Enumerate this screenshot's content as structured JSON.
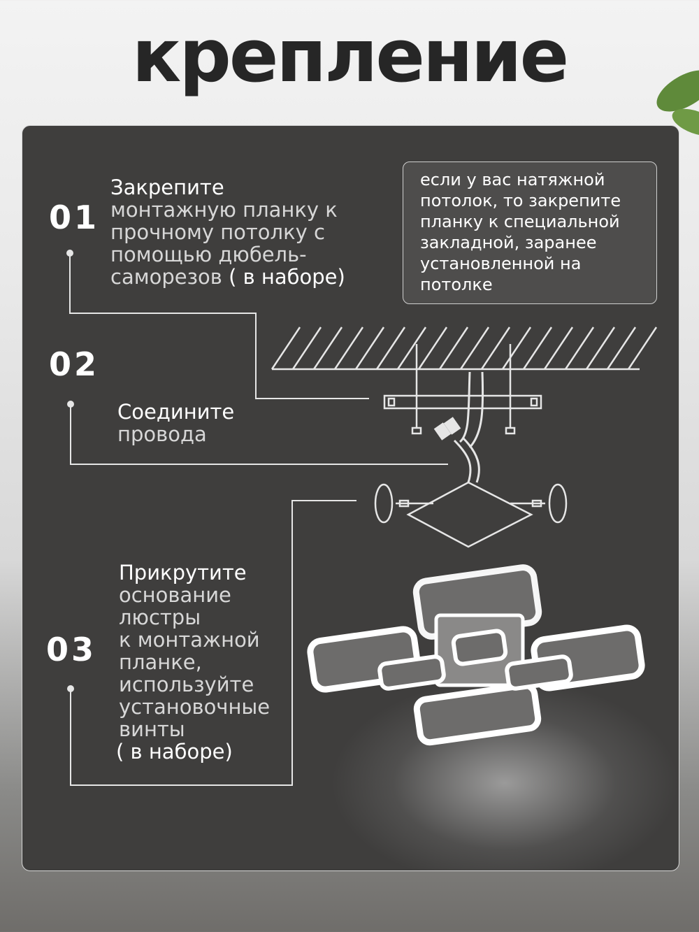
{
  "title": "крепление",
  "note": "если у вас натяжной потолок, то закрепите планку к специальной закладной, заранее установленной на потолке",
  "steps": [
    {
      "number": "01",
      "head": "Закрепите",
      "lines": [
        "монтажную планку к",
        "прочному потолку с",
        "помощью дюбель-",
        "саморезов"
      ],
      "tag": "( в наборе)"
    },
    {
      "number": "02",
      "head": "Соедините",
      "lines": [
        "провода"
      ],
      "tag": ""
    },
    {
      "number": "03",
      "head": "Прикрутите",
      "lines": [
        "основание",
        "люстры",
        "к монтажной",
        "планке,",
        "используйте",
        "установочные",
        "винты"
      ],
      "tag": "( в наборе)"
    }
  ]
}
